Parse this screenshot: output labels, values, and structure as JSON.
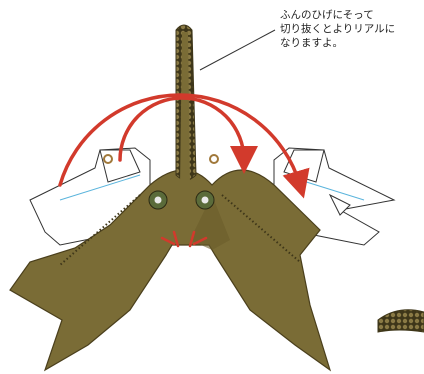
{
  "callout": {
    "lines": [
      "ふんのひげにそって",
      "切り抜くとよりリアルに",
      "なりますよ。"
    ]
  },
  "colors": {
    "body": "#7a6c36",
    "body_dark": "#4a3f1c",
    "arrow": "#d23a2c",
    "paper": "#ffffff",
    "fold_line": "#5ab4dc"
  },
  "icons": [
    "curved-arrow-icon",
    "fold-arrow-icon"
  ]
}
